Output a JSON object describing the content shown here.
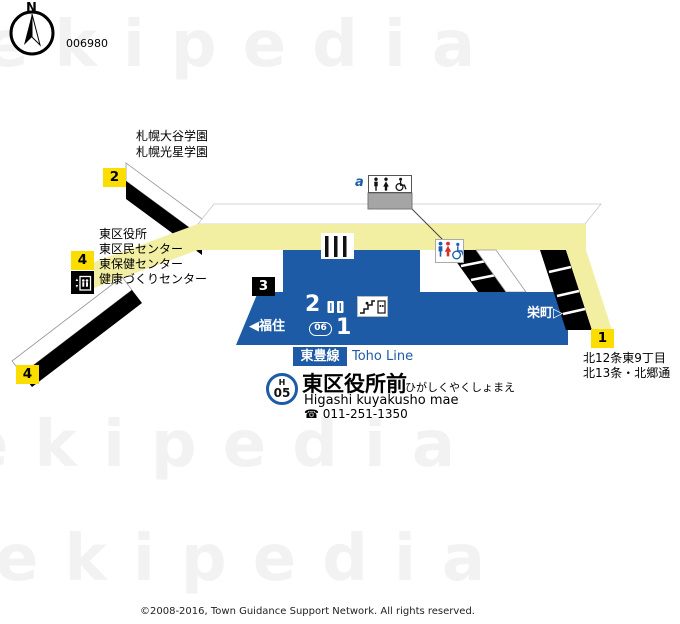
{
  "colors": {
    "concourse_yellow": "#f2efa2",
    "badge_yellow": "#fcdd00",
    "platform_blue": "#1e5ba7",
    "room_gray": "#a5a5a5"
  },
  "header": {
    "compass_label": "N",
    "map_code": "006980"
  },
  "watermark": "ekipedia",
  "callout": {
    "label": "a"
  },
  "exits": {
    "e1": {
      "number": "1",
      "places": [
        "北12条東9丁目",
        "北13条・北郷通"
      ]
    },
    "e2": {
      "number": "2",
      "places": [
        "札幌大谷学園",
        "札幌光星学園"
      ]
    },
    "e3": {
      "number": "3"
    },
    "e4": {
      "number": "4",
      "places": [
        "東区役所",
        "東区民センター",
        "東保健センター",
        "健康づくりセンター"
      ]
    }
  },
  "platform": {
    "track2": "2",
    "track1": "1",
    "direction_left": "◀福住",
    "direction_right": "栄町▷",
    "next_station_number": "06"
  },
  "line": {
    "name_jp": "東豊線",
    "name_en": "Toho Line"
  },
  "station": {
    "code_letter": "H",
    "code_number": "05",
    "name_jp": "東区役所前",
    "name_kana": "ひがしくやくしょまえ",
    "name_en": "Higashi kuyakusho mae",
    "phone_icon": "☎",
    "phone": "011-251-1350"
  },
  "footer": {
    "copyright": "©2008-2016, Town Guidance Support Network. All rights reserved."
  }
}
